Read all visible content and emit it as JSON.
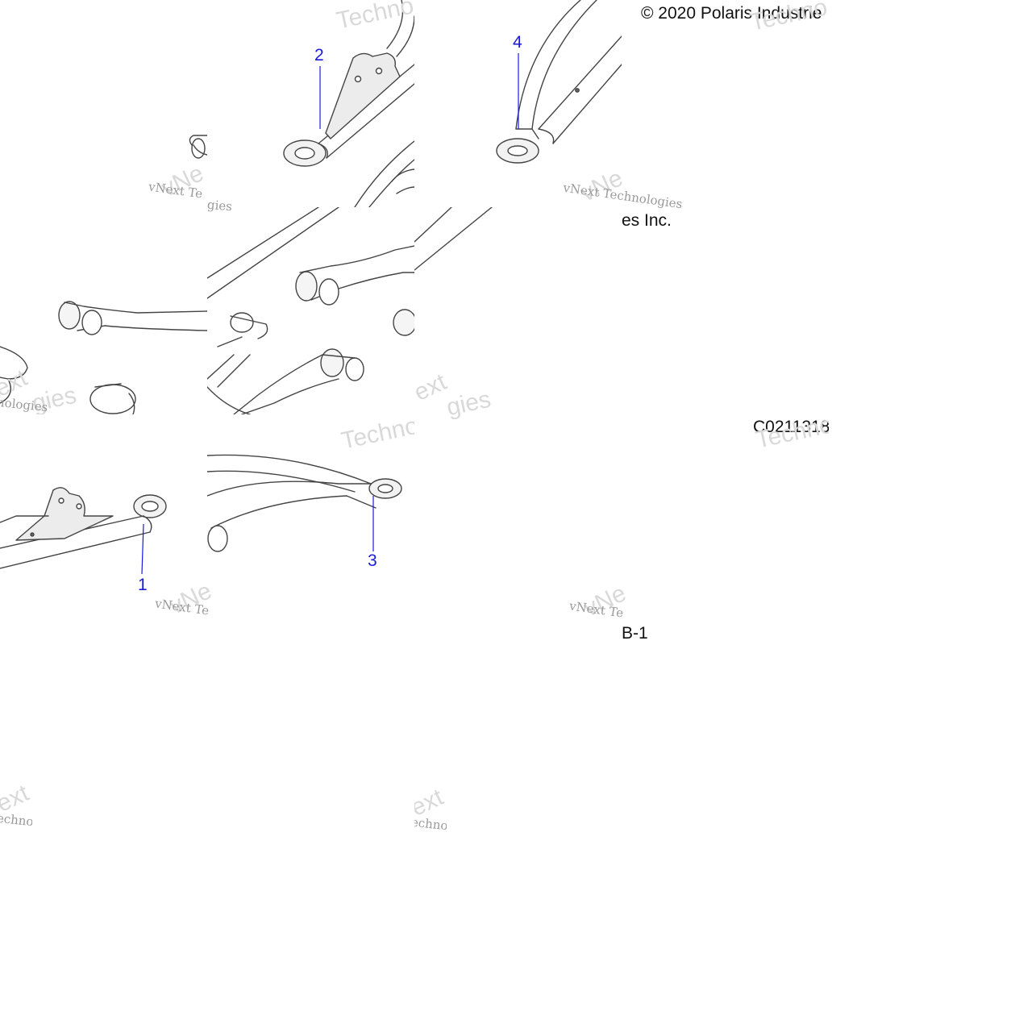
{
  "diagram": {
    "callouts": [
      "1",
      "2",
      "3",
      "4"
    ],
    "copyright": "© 2020 Polaris Industrie",
    "copyright_tail": "es Inc.",
    "part_code": "C0211318",
    "code_fragment": "B-1",
    "watermark": {
      "brand_full": "vNext Technologies",
      "brand_short": "vNext Te",
      "word": "Technologies",
      "word_short": "Techno",
      "prefix": "vNe",
      "ext": "ext",
      "nologies": "nologies",
      "echno": "echno",
      "gies": "gies"
    }
  }
}
